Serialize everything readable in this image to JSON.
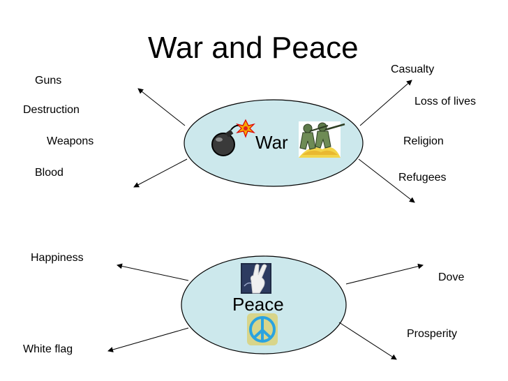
{
  "title": "War and Peace",
  "war": {
    "label": "War",
    "words": {
      "guns": "Guns",
      "destruction": "Destruction",
      "weapons": "Weapons",
      "blood": "Blood",
      "casualty": "Casualty",
      "loss_of_lives": "Loss of lives",
      "religion": "Religion",
      "refugees": "Refugees"
    },
    "icons": [
      "bomb-icon",
      "soldiers-icon"
    ]
  },
  "peace": {
    "label": "Peace",
    "words": {
      "happiness": "Happiness",
      "white_flag": "White flag",
      "dove": "Dove",
      "prosperity": "Prosperity"
    },
    "icons": [
      "peace-hand-icon",
      "peace-symbol-icon"
    ]
  },
  "colors": {
    "ellipse_fill": "#cce8ec",
    "ellipse_stroke": "#000000",
    "peace_symbol_bg": "#d8d58a",
    "peace_symbol_stroke": "#2aa3e0"
  }
}
